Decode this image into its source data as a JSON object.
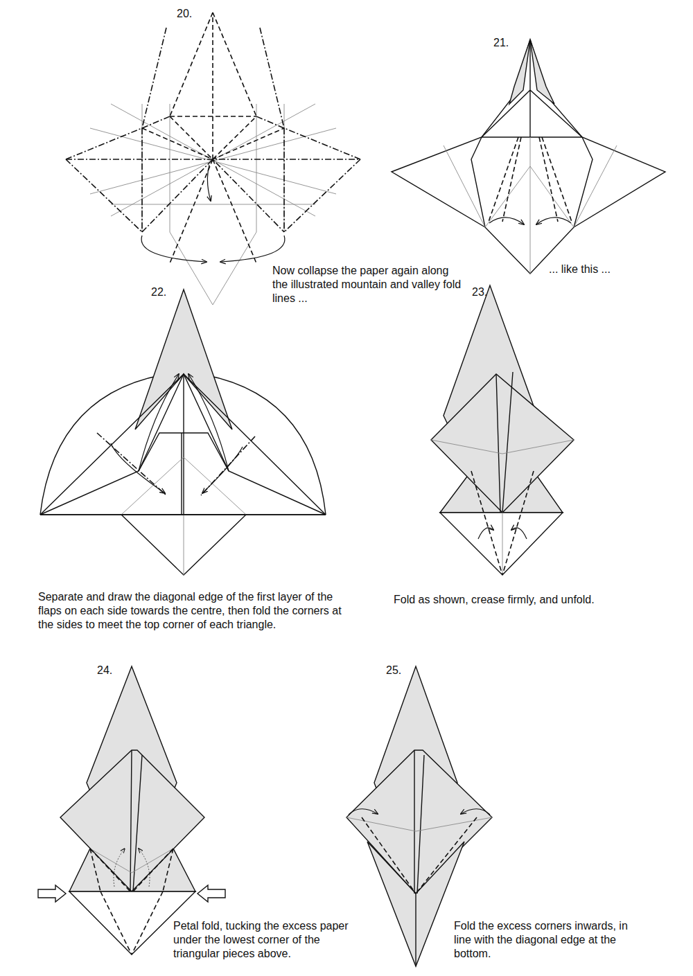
{
  "diagram": {
    "labels": [
      "20.",
      "21.",
      "Now collapse the paper again along the illustrated mountain and valley fold lines ...",
      "... like this ...",
      "22.",
      "23.",
      "Separate and draw the diagonal edge of the first layer of the flaps on each side towards the centre, then fold the corners at the sides to meet the top corner of each triangle.",
      "Fold as shown, crease firmly, and unfold.",
      "24.",
      "25.",
      "Petal fold, tucking the excess paper under the lowest corner of the triangular pieces above.",
      "Fold the excess corners inwards, in line with the diagonal edge at the bottom."
    ]
  }
}
